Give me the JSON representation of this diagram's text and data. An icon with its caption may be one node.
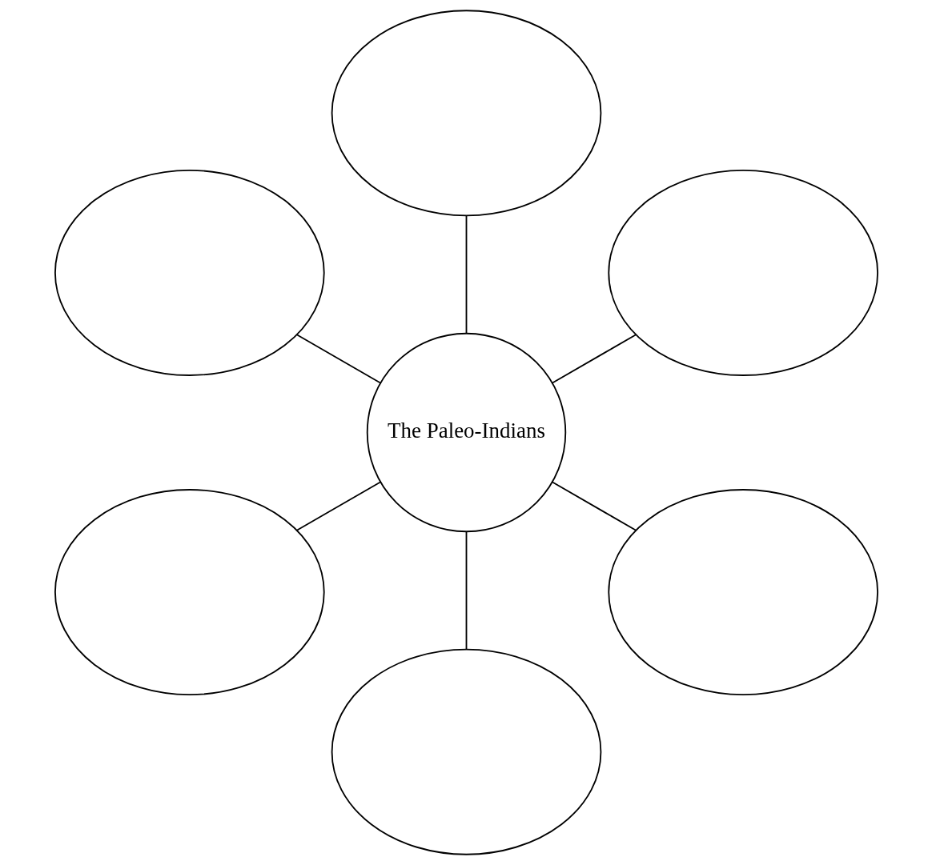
{
  "diagram": {
    "nodes": [
      {
        "text": [],
        "shape": "ellipse"
      },
      {
        "text": [],
        "shape": "ellipse"
      },
      {
        "text": [],
        "shape": "ellipse"
      },
      {
        "text": [
          "The Paleo-Indians"
        ]
      },
      {
        "text": [],
        "shape": "ellipse"
      },
      {
        "text": [],
        "shape": "ellipse"
      },
      {
        "text": [],
        "shape": "ellipse"
      }
    ],
    "edges": [
      {
        "from": 3,
        "to": 0,
        "arrow": "none"
      },
      {
        "from": 3,
        "to": 1,
        "arrow": "none"
      },
      {
        "from": 3,
        "to": 2,
        "arrow": "none"
      },
      {
        "from": 3,
        "to": 4,
        "arrow": "none"
      },
      {
        "from": 3,
        "to": 5,
        "arrow": "none"
      },
      {
        "from": 3,
        "to": 6,
        "arrow": "none"
      }
    ]
  }
}
